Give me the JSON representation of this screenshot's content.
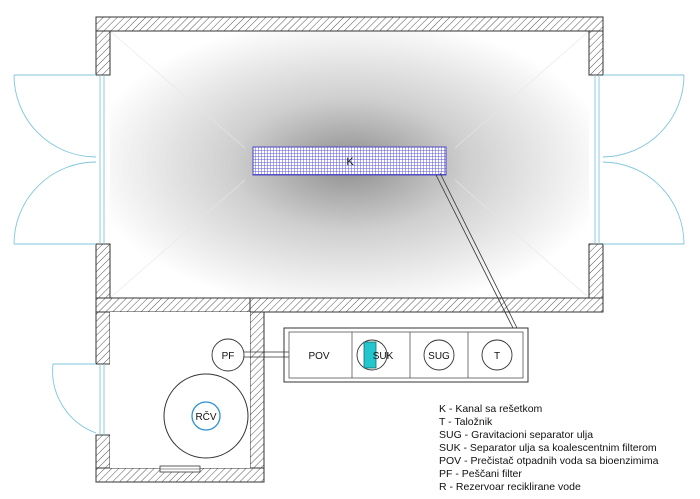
{
  "labels": {
    "K": "K",
    "POV": "POV",
    "SUK": "SUK",
    "SUG": "SUG",
    "T": "T",
    "PF": "PF",
    "RCV": "RČV"
  },
  "legend": [
    "K - Kanal sa rešetkom",
    "T - Taložnik",
    "SUG - Gravitacioni separator ulja",
    "SUK - Separator ulja sa koalescentnim filterom",
    "POV - Prečistač otpadnih voda sa bioenzimima",
    "PF - Peščani filter",
    "R - Rezervoar reciklirane vode"
  ],
  "colors": {
    "wall_hatch": "#555555",
    "grate": "#5b57d6",
    "door": "#7fc6de",
    "suk_filter": "#22c6cc",
    "rcv_ring": "#2a8fd6",
    "floor_center": "#8e8e8e"
  }
}
